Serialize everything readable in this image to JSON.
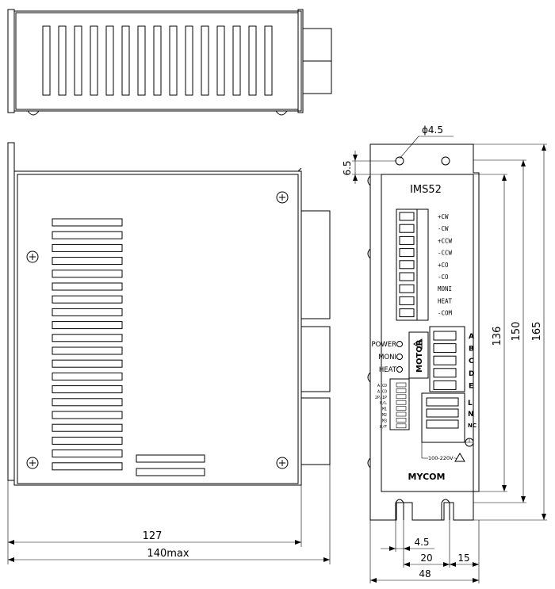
{
  "model": "IMS52",
  "brand": "MYCOM",
  "terminals_top": [
    "+CW",
    "-CW",
    "+CCW",
    "-CCW",
    "+CO",
    "-CO",
    "MONI",
    "HEAT",
    "-COM"
  ],
  "motor_terminals": [
    "A",
    "B",
    "C",
    "D",
    "E"
  ],
  "motor_label": "MOTOR",
  "power_terminals": [
    "L",
    "N",
    "NC"
  ],
  "leds": [
    "POWER",
    "MONI",
    "HEAT"
  ],
  "dip_labels": [
    "A.CD",
    "A.CO",
    "2P/1P",
    "H/L",
    "M1",
    "M2",
    "M3",
    "H/F"
  ],
  "power_voltage": "100-220V~",
  "dims": {
    "hole_diameter": "ϕ4.5",
    "top_offset": "6.5",
    "h136": "136",
    "h150": "150",
    "h165": "165",
    "w127": "127",
    "w140": "140max",
    "slot_w": "4.5",
    "w20": "20",
    "w15": "15",
    "w48": "48"
  }
}
